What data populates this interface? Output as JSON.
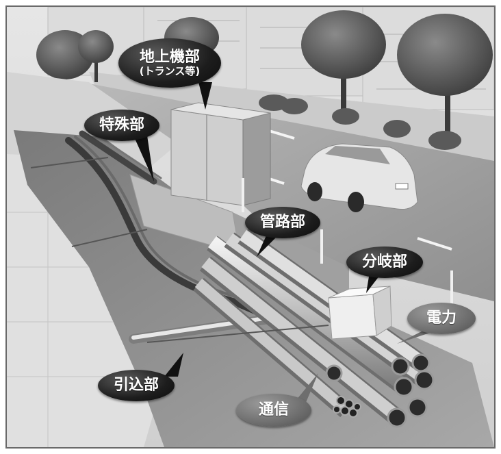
{
  "labels": {
    "above_ground": {
      "title": "地上機部",
      "sub": "(トランス等)"
    },
    "special": "特殊部",
    "conduit": "管路部",
    "branch": "分岐部",
    "power": "電力",
    "service": "引込部",
    "telecom": "通信"
  },
  "colors": {
    "callout_dark": "#111111",
    "callout_gray": "#6e6e6e",
    "label_text": "#ffffff",
    "frame": "#6a6a6a"
  }
}
